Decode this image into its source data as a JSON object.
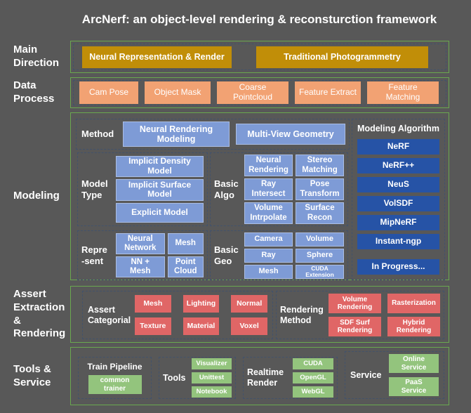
{
  "title": "ArcNerf: an object-level rendering & reconsturction framework",
  "colors": {
    "background": "#585858",
    "section-border": "#6aa84f",
    "dash-border": "#42526b",
    "gold": "#c18e08",
    "orange": "#f2a273",
    "light-blue": "#7e9bd6",
    "dark-blue": "#2653a6",
    "red": "#e06666",
    "green": "#93c47d"
  },
  "rows": {
    "main_direction": {
      "side_label": "Main\nDirection",
      "buttons": [
        "Neural Representation & Render",
        "Traditional Photogrammetry"
      ]
    },
    "data_process": {
      "side_label": "Data\nProcess",
      "buttons": [
        "Cam Pose",
        "Object Mask",
        "Coarse\nPointcloud",
        "Feature Extract",
        "Feature\nMatching"
      ]
    },
    "modeling": {
      "side_label": "Modeling",
      "method": {
        "label": "Method",
        "buttons": [
          "Neural Rendering\nModeling",
          "Multi-View Geometry"
        ]
      },
      "model_type": {
        "label": "Model\nType",
        "buttons": [
          "Implicit Density\nModel",
          "Implicit Surface\nModel",
          "Explicit Model"
        ]
      },
      "basic_algo": {
        "label": "Basic\nAlgo",
        "buttons": [
          "Neural\nRendering",
          "Stereo\nMatching",
          "Ray\nIntersect",
          "Pose\nTransform",
          "Volume\nIntrpolate",
          "Surface\nRecon"
        ]
      },
      "represent": {
        "label": "Repre\n-sent",
        "buttons": [
          "Neural\nNetwork",
          "Mesh",
          "NN +\nMesh",
          "Point\nCloud"
        ]
      },
      "basic_geo": {
        "label": "Basic\nGeo",
        "buttons": [
          "Camera",
          "Volume",
          "Ray",
          "Sphere",
          "Mesh",
          "CUDA\nExtension"
        ]
      },
      "modeling_algorithm": {
        "label": "Modeling Algorithm",
        "buttons": [
          "NeRF",
          "NeRF++",
          "NeuS",
          "VolSDF",
          "MipNeRF",
          "Instant-ngp"
        ],
        "footer_button": "In Progress..."
      }
    },
    "assert": {
      "side_label": "Assert\nExtraction &\nRendering",
      "assert_categorial": {
        "label": "Assert\nCategorial",
        "buttons": [
          "Mesh",
          "Lighting",
          "Normal",
          "Texture",
          "Material",
          "Voxel"
        ]
      },
      "rendering_method": {
        "label": "Rendering\nMethod",
        "buttons": [
          "Volume\nRendering",
          "Rasterization",
          "SDF Surf\nRendering",
          "Hybrid\nRendering"
        ]
      }
    },
    "tools_service": {
      "side_label": "Tools &\nService",
      "train_pipeline": {
        "label": "Train Pipeline",
        "buttons": [
          "common\ntrainer"
        ]
      },
      "tools": {
        "label": "Tools",
        "buttons": [
          "Visualizer",
          "Unittest",
          "Notebook"
        ]
      },
      "realtime_render": {
        "label": "Realtime\nRender",
        "buttons": [
          "CUDA",
          "OpenGL",
          "WebGL"
        ]
      },
      "service": {
        "label": "Service",
        "buttons": [
          "Online\nService",
          "PaaS\nService"
        ]
      }
    }
  }
}
